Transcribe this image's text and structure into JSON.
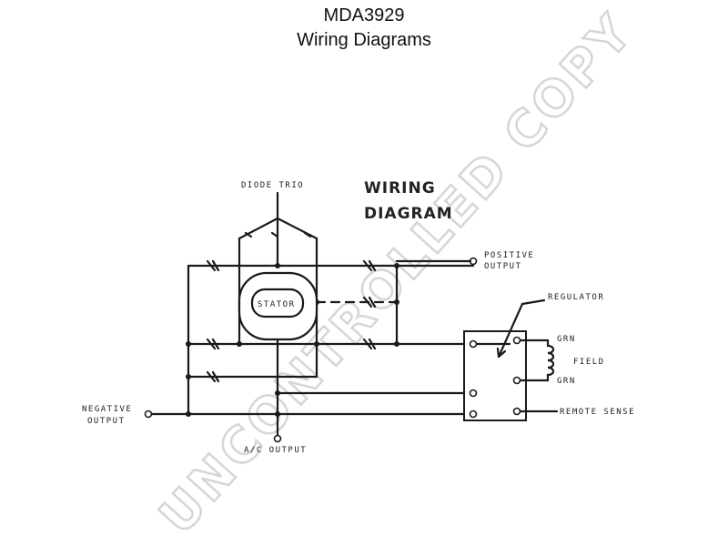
{
  "header": {
    "model": "MDA3929",
    "subtitle": "Wiring Diagrams"
  },
  "diagram": {
    "title_line1": "WIRING",
    "title_line2": "DIAGRAM",
    "labels": {
      "diode_trio": "DIODE TRIO",
      "positive_line1": "POSITIVE",
      "positive_line2": "OUTPUT",
      "stator": "STATOR",
      "regulator": "REGULATOR",
      "grn_top": "GRN",
      "grn_bottom": "GRN",
      "field": "FIELD",
      "negative_line1": "NEGATIVE",
      "negative_line2": "OUTPUT",
      "remote_sense": "REMOTE SENSE",
      "ac_output": "A/C OUTPUT"
    }
  },
  "watermark": {
    "text": "UNCONTROLLED COPY",
    "color": "#cfcfcf"
  }
}
